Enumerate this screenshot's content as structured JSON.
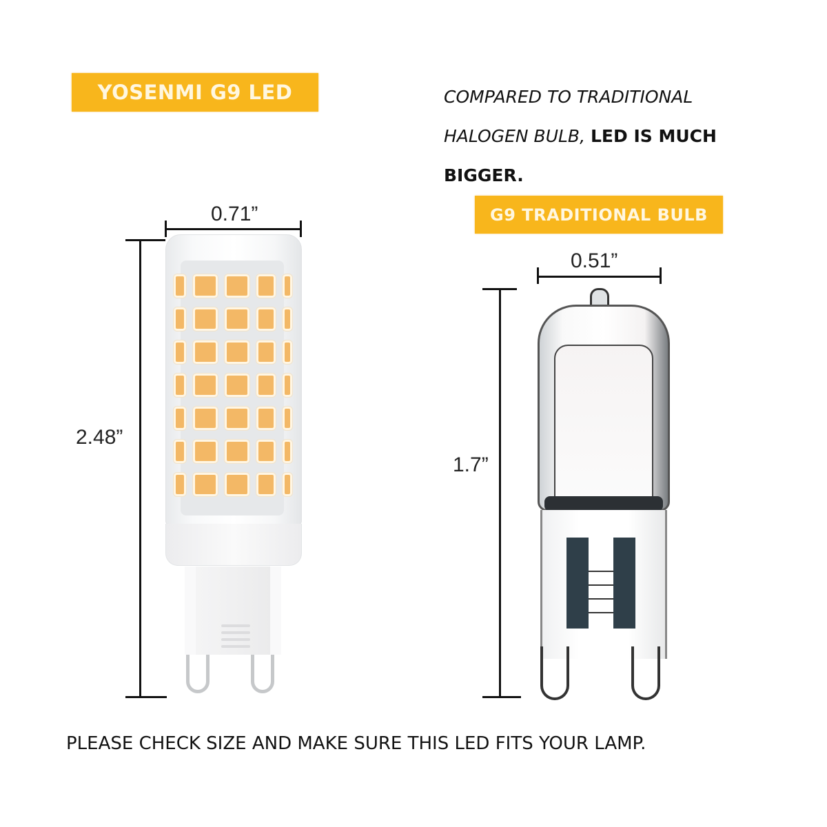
{
  "led": {
    "badge": "YOSENMI G9 LED",
    "width_label": "0.71”",
    "height_label": "2.48”",
    "led_rows": 7,
    "led_columns": 5,
    "chip_color": "#f3b866"
  },
  "comparison": {
    "line1": "COMPARED TO TRADITIONAL",
    "line2_italic": "HALOGEN BULB,",
    "line2_bold": "LED IS MUCH",
    "line3_bold": "BIGGER."
  },
  "traditional": {
    "badge": "G9 TRADITIONAL BULB",
    "width_label": "0.51”",
    "height_label": "1.7”"
  },
  "footer": {
    "notice": "PLEASE CHECK SIZE AND MAKE SURE THIS LED FITS YOUR LAMP."
  },
  "colors": {
    "badge_bg": "#f8b61c",
    "badge_text": "#fff7e0",
    "text": "#111111"
  }
}
